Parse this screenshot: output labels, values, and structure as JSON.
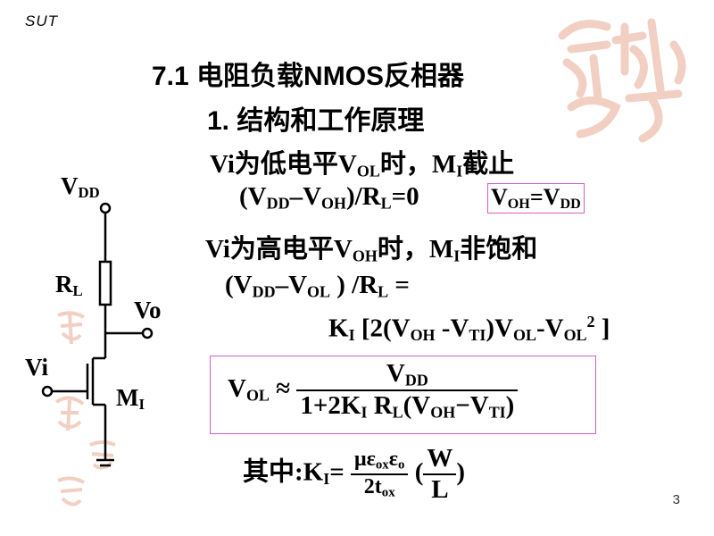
{
  "header": {
    "logo_text": "SUT"
  },
  "title": {
    "number": "7.1",
    "text": "电阻负载NMOS反相器"
  },
  "subtitle": "1. 结构和工作原理",
  "circuit": {
    "vdd_label": "V",
    "vdd_sub": "DD",
    "rl_label": "R",
    "rl_sub": "L",
    "vo_label": "Vo",
    "vi_label": "Vi",
    "mi_label": "M",
    "mi_sub": "I"
  },
  "case1": {
    "p1": "Vi为低电平V",
    "s1": "OL",
    "p2": "时，M",
    "s2": "I",
    "p3": "截止",
    "eq_a": "(V",
    "eq_s1": "DD",
    "eq_b": "–V",
    "eq_s2": "OH",
    "eq_c": ")/R",
    "eq_s3": "L",
    "eq_d": "=0",
    "result_a": "V",
    "result_s1": "OH",
    "result_b": "=V",
    "result_s2": "DD"
  },
  "case2": {
    "p1": "Vi为高电平V",
    "s1": "OH",
    "p2": "时，M",
    "s2": "I",
    "p3": "非饱和",
    "eq_a": "(V",
    "eq_s1": "DD",
    "eq_b": "–V",
    "eq_s2": "OL",
    "eq_c": " ) /R",
    "eq_s3": "L",
    "eq_d": " =",
    "k_a": "K",
    "k_s1": "I",
    "k_b": " [2(V",
    "k_s2": "OH",
    "k_c": " -V",
    "k_s3": "TI",
    "k_d": ")V",
    "k_s4": "OL",
    "k_e": "-V",
    "k_s5": "OL",
    "k_sup": "2",
    "k_f": " ]"
  },
  "vol_formula": {
    "lhs_a": "V",
    "lhs_s": "OL",
    "approx": " ≈",
    "num_a": "V",
    "num_s": "DD",
    "den_a": "1+2K",
    "den_s1": "I",
    "den_b": " R",
    "den_s2": "L",
    "den_c": "(V",
    "den_s3": "OH",
    "den_d": "−V",
    "den_s4": "TI",
    "den_e": ")"
  },
  "ki_formula": {
    "prefix": "其中:K",
    "prefix_sub": "I",
    "eq": "=",
    "num_a": "με",
    "num_s1": "ox",
    "num_b": "ε",
    "num_s2": "o",
    "den_a": "2t",
    "den_s": "ox",
    "paren_l": "(",
    "w": "W",
    "l": "L",
    "paren_r": ")"
  },
  "page_number": "3",
  "colors": {
    "box_border": "#d060c8",
    "seal": "#f2cfc3",
    "text": "#000000"
  }
}
